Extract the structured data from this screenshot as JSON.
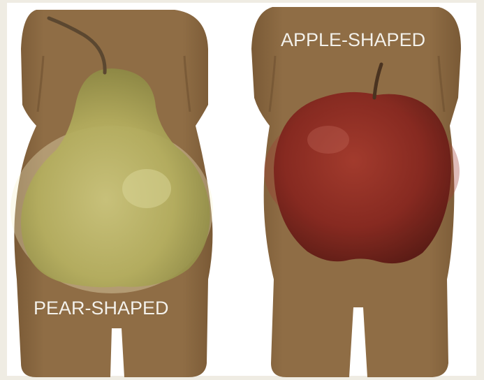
{
  "labels": {
    "pear": "PEAR-SHAPED",
    "apple": "APPLE-SHAPED"
  },
  "colors": {
    "background": "#efece3",
    "panel": "#ffffff",
    "body_silhouette": "#8c6a42",
    "pear": "#b5b060",
    "apple": "#8e2a22",
    "label_text": "#f4f1ea"
  },
  "figures": [
    {
      "body_shape": "pear",
      "overlay": "pear-fruit"
    },
    {
      "body_shape": "apple",
      "overlay": "apple-fruit"
    }
  ]
}
